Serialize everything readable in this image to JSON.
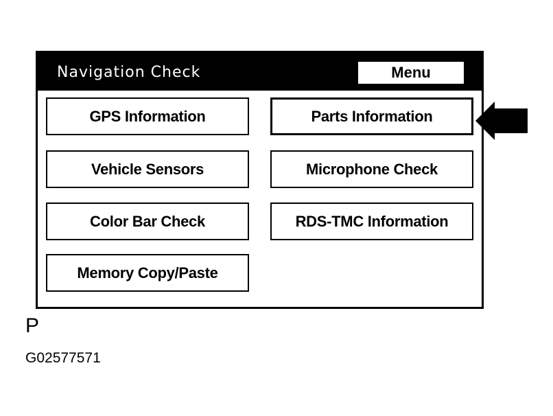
{
  "screen": {
    "title": "Navigation Check",
    "menu_label": "Menu",
    "buttons": [
      {
        "label": "GPS Information"
      },
      {
        "label": "Parts Information"
      },
      {
        "label": "Vehicle Sensors"
      },
      {
        "label": "Microphone Check"
      },
      {
        "label": "Color Bar Check"
      },
      {
        "label": "RDS-TMC Information"
      },
      {
        "label": "Memory Copy/Paste"
      }
    ],
    "selected_button": "Parts Information"
  },
  "icons": {
    "pointer": "arrow-left-icon"
  },
  "caption": {
    "letter": "P",
    "figure_id": "G02577571"
  }
}
